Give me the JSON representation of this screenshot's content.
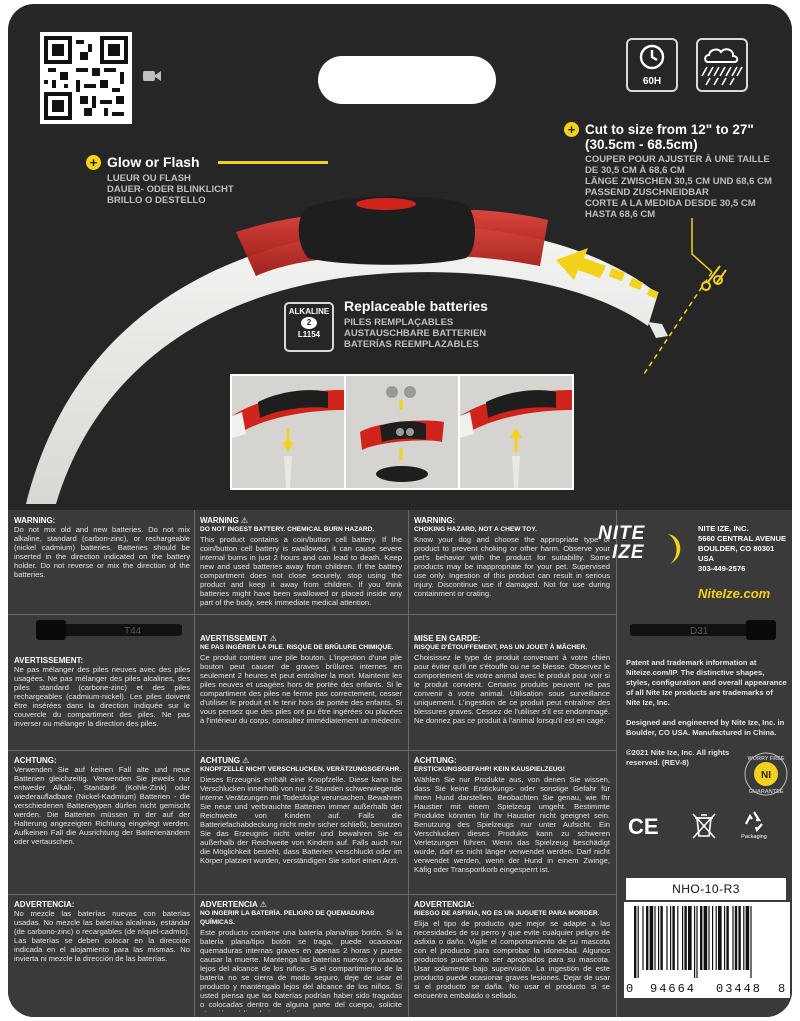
{
  "colors": {
    "card": "#262626",
    "accent": "#f2d21b",
    "info_panel": "#3a3a3a",
    "collar_red": "#c0201b"
  },
  "badges": {
    "duration": "60H",
    "clock": "clock-icon",
    "weather": "rain-cloud-icon"
  },
  "glow": {
    "title": "Glow or Flash",
    "fr": "LUEUR OU FLASH",
    "de": "DAUER- ODER BLINKLICHT",
    "es": "BRILLO O DESTELLO"
  },
  "cut": {
    "title": "Cut to size from 12\" to 27\"",
    "metric": "(30.5cm - 68.5cm)",
    "fr": "COUPER POUR AJUSTER À UNE TAILLE DE 30,5 CM À 68,6 CM",
    "de": "LÄNGE ZWISCHEN 30,5 CM UND 68,6 CM PASSEND ZUSCHNEIDBAR",
    "es": "CORTE A LA MEDIDA DESDE 30,5 CM HASTA 68,6 CM"
  },
  "battery": {
    "icon_top": "ALKALINE",
    "icon_count": "2",
    "icon_model": "L1154",
    "title": "Replaceable batteries",
    "fr": "PILES REMPLAÇABLES",
    "de": "AUSTAUSCHBARE BATTERIEN",
    "es": "BATERÍAS REEMPLAZABLES"
  },
  "warnings": {
    "en1_h": "WARNING:",
    "en1_b": "Do not mix old and new batteries. Do not mix alkaline, standard (carbon-zinc), or rechargeable (nickel cadmium) batteries. Batteries should be inserted in the direction indicated on the battery holder. Do not reverse or mix the direction of the batteries.",
    "en2_h": "WARNING",
    "en2_sh": "DO NOT INGEST BATTERY. CHEMICAL BURN HAZARD.",
    "en2_b": "This product contains a coin/button cell battery. If the coin/button cell battery is swallowed, it can cause severe internal burns in just 2 hours and can lead to death. Keep new and used batteries away from children. If the battery compartment does not close securely, stop using the product and keep it away from children. If you think batteries might have been swallowed or placed inside any part of the body, seek immediate medical attention.",
    "en3_h": "WARNING:",
    "en3_sh": "CHOKING HAZARD, NOT A CHEW TOY.",
    "en3_b": "Know your dog and choose the appropriate type of product to prevent choking or other harm. Observe your pet's behavior with the product for suitability. Some products may be inappropriate for your pet. Supervised use only. Ingestion of this product can result in serious injury. Discontinue use if damaged. Not for use during containment or crating.",
    "fr1_h": "AVERTISSEMENT:",
    "fr1_b": "Ne pas mélanger des piles neuves avec des piles usagées. Ne pas mélanger des piles alcalines, des piles standard (carbone-zinc) et des piles rechargeables (cadmium-nickel). Les piles doivent être insérées dans la direction indiquée sur le couvercle du compartiment des piles. Ne pas inverser ou mélanger la direction des piles.",
    "fr2_h": "AVERTISSEMENT",
    "fr2_sh": "NE PAS INGÉRER LA PILE. RISQUE DE BRÛLURE CHIMIQUE.",
    "fr2_b": "Ce produit contient une pile bouton. L'ingestion d'une pile bouton peut causer de graves brûlures internes en seulement 2 heures et peut entraîner la mort. Maintenir les piles neuves et usagées hors de portée des enfants. Si le compartiment des piles ne ferme pas correctement, cesser d'utiliser le produit et le tenir hors de portée des enfants. Si vous pensez que des piles ont pu être ingérées ou placées à l'intérieur du corps, consultez immédiatement un médecin.",
    "fr3_h": "MISE EN GARDE:",
    "fr3_sh": "RISQUE D'ÉTOUFFEMENT, PAS UN JOUET À MÂCHER.",
    "fr3_b": "Choisissez le type de produit convenant à votre chien pour éviter qu'il ne s'étouffe ou ne se blesse. Observez le comportement de votre animal avec le produit pour voir si le produit convient. Certains produits peuvent ne pas convenir à votre animal. Utilisation sous surveillance uniquement. L'ingestion de ce produit peut entraîner des blessures graves. Cessez de l'utiliser s'il est endommagé. Ne donnez pas ce produit à l'animal lorsqu'il est en cage.",
    "de1_h": "ACHTUNG:",
    "de1_b": "Verwenden Sie auf keinen Fall alte und neue Batterien gleichzeitig. Verwenden Sie jeweils nur entweder Alkali-, Standard- (Kohle-Zink) oder wiederaufladbare (Nickel-Kadmium) Batterien - die verschiedenen Batterietypen dürfen nicht gemischt werden. Die Batterien müssen in der auf der Halterung angezeigten Richtung eingelegt werden. Aufkeinen Fall die Ausrichtung der Batterienändern oder vertauschen.",
    "de2_h": "ACHTUNG",
    "de2_sh": "KNOPFZELLE NICHT VERSCHLUCKEN, VERÄTZUNGSGEFAHR.",
    "de2_b": "Dieses Erzeugnis enthält eine Knopfzelle. Diese kann bei Verschlucken innerhalb von nur 2 Stunden schwerwiegende interne Verätzungen mit Todesfolge verursachen. Bewahren Sie neue und verbrauchte Batterien immer außerhalb der Reichweite von Kindern auf. Falls die Batteriefachabdeckung nicht mehr sicher schließt, benutzen Sie das Erzeugnis nicht weiter und bewahren Sie es außerhalb der Reichweite von Kindern auf. Falls auch nur die Möglichkeit besteht, dass Batterien verschluckt oder im Körper platziert wurden, verständigen Sie sofort einen Arzt.",
    "de3_h": "ACHTUNG:",
    "de3_sh": "ERSTICKUNGSGEFAHR! KEIN KAUSPIELZEUG!",
    "de3_b": "Wählen Sie nur Produkte aus, von denen Sie wissen, dass Sie keine Erstickungs- oder sonstige Gefahr für Ihren Hund darstellen. Beobachten Sie genau, wie Ihr Haustier mit einem Spielzeug umgeht. Bestimmte Produkte könnten für Ihr Haustier nicht geeignet sein. Benutzung des Spielzeugs nur unter Aufsicht. Ein Verschlucken dieses Produkts kann zu schweren Verletzungen führen. Wenn das Spielzeug beschädigt wurde, darf es nicht länger verwendet werden. Darf nicht verwendet werden, wenn der Hund in einem Zwinge, Käfig oder Transportkorb eingesperrt ist.",
    "es1_h": "ADVERTENCIA:",
    "es1_b": "No mezcle las baterías nuevas con baterías usadas. No mezcle las baterías alcalinas, estándar (de carbono-zinc) o recargables (de níquel-cadmio). Las baterías se deben colocar en la dirección indicada en el alojamiento para las mismas. No invierta ni mezcle la dirección de las baterías.",
    "es2_h": "ADVERTENCIA",
    "es2_sh": "NO INGERIR LA BATERÍA. PELIGRO DE QUEMADURAS QUÍMICAS.",
    "es2_b": "Este producto contiene una batería plana/tipo botón. Si la batería plana/tipo botón se traga, puede ocasionar quemaduras internas graves en apenas 2 horas y puede causar la muerte. Mantenga las baterías nuevas y usadas lejos del alcance de los niños. Si el compartimiento de la batería no se cierra de modo seguro, deje de usar el producto y manténgalo lejos del alcance de los niños. Si usted piensa que las baterías podrían haber sido tragadas o colocadas dentro de alguna parte del cuerpo, solicite atención médica de inmediato.",
    "es3_h": "ADVERTENCIA:",
    "es3_sh": "RIESGO DE ASFIXIA, NO ES UN JUGUETE PARA MORDER.",
    "es3_b": "Elija el tipo de producto que mejor se adapte a las necesidades de su perro y que evite cualquier peligro de asfixia o daño. Vigile el comportamiento de su mascota con el producto para comprobar la idoneidad. Algunos productos pueden no ser apropiados para su mascota. Usar solamente bajo supervisión. La ingestión de este producto puede ocasionar graves lesiones. Dejar de usar si el producto se daña. No usar el producto si se encuentra embalado o sellado."
  },
  "tie_left": "T44",
  "tie_right": "D31",
  "brand": {
    "logo_line1": "NITE",
    "logo_line2": "IZE",
    "company": "NITE IZE, INC.",
    "address1": "5660 CENTRAL AVENUE",
    "address2": "BOULDER, CO 80301 USA",
    "phone": "303-449-2576",
    "site": "NiteIze.com"
  },
  "legal": {
    "p1": "Patent and trademark information at Niteize.com/IP. The distinctive shapes, styles, configuration and overall appearance of all Nite Ize products are trademarks of Nite Ize, Inc.",
    "p2": "Designed and engineered by Nite Ize, Inc. in Boulder, CO USA. Manufactured in China.",
    "p3": "©2021 Nite Ize, Inc. All rights reserved. (REV-8)"
  },
  "worry_free": {
    "top": "WORRY FREE",
    "bottom": "GUARANTEE",
    "mark": "NI"
  },
  "cert": {
    "ce": "CE",
    "weee": "crossed-bin-icon",
    "recycle": "recycle-icon",
    "packaging": "Packaging"
  },
  "sku": "NHO-10-R3",
  "barcode": {
    "first": "0",
    "left": "94664",
    "right": "03448",
    "last": "8"
  }
}
